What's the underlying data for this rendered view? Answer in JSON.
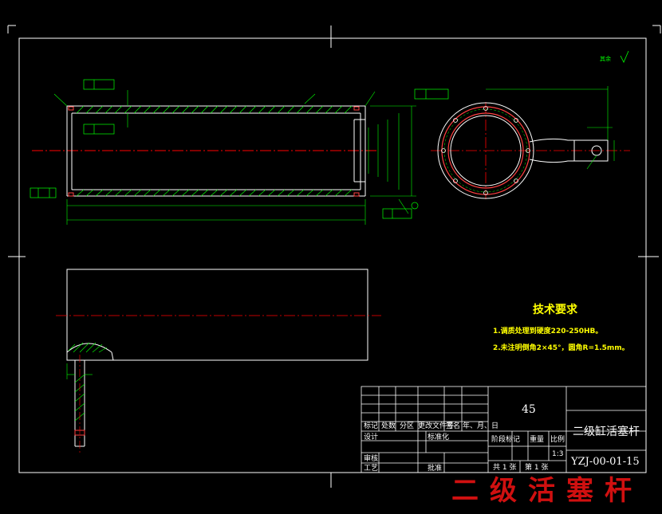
{
  "tech_requirements": {
    "title": "技术要求",
    "items": [
      "1.调质处理到硬度220-250HB。",
      "2.未注明倒角2×45°，圆角R=1.5mm。"
    ]
  },
  "title_block": {
    "material": "45",
    "part_name": "二级缸活塞杆",
    "drawing_code": "YZJ-00-01-15",
    "scale": "1:3",
    "revision_headers": [
      "标记",
      "处数",
      "分区",
      "更改文件号",
      "签名",
      "年、月、日"
    ],
    "role_design": "设计",
    "role_standardize": "标准化",
    "role_review": "审核",
    "role_process": "工艺",
    "role_approve": "批准",
    "stage_headers": [
      "阶段标记",
      "重量",
      "比例"
    ],
    "sheet_info": [
      "共 1 张",
      "第 1 张"
    ]
  },
  "roughness_note": "其余",
  "watermark": "二级活塞杆",
  "colors": {
    "background": "#000000",
    "outline": "#ffffff",
    "dimension": "#00ff00",
    "centerline": "#ff0000",
    "text_highlight": "#ffff00",
    "watermark": "#d01010"
  }
}
